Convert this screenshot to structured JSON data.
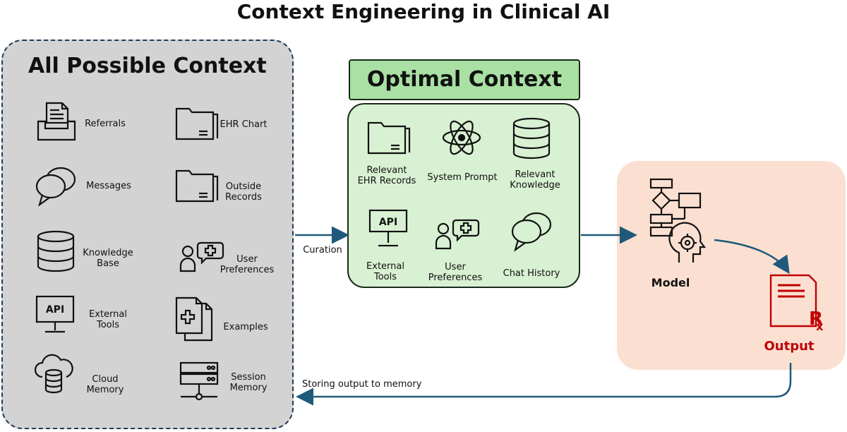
{
  "title": "Context Engineering in Clinical AI",
  "all_context": {
    "title": "All Possible Context",
    "items": [
      {
        "label": "Referrals",
        "icon": "inbox-icon"
      },
      {
        "label": "EHR Chart",
        "icon": "folder-icon"
      },
      {
        "label": "Messages",
        "icon": "chat-bubbles-icon"
      },
      {
        "label": "Outside\nRecords",
        "icon": "folder-icon"
      },
      {
        "label": "Knowledge\nBase",
        "icon": "database-icon"
      },
      {
        "label": "User\nPreferences",
        "icon": "user-preferences-icon"
      },
      {
        "label": "External\nTools",
        "icon": "api-monitor-icon"
      },
      {
        "label": "Examples",
        "icon": "medical-documents-icon"
      },
      {
        "label": "Cloud\nMemory",
        "icon": "cloud-database-icon"
      },
      {
        "label": "Session\nMemory",
        "icon": "server-icon"
      }
    ]
  },
  "optimal_context": {
    "title": "Optimal Context",
    "items": [
      {
        "label": "Relevant\nEHR Records",
        "icon": "folder-icon"
      },
      {
        "label": "System Prompt",
        "icon": "atom-icon"
      },
      {
        "label": "Relevant\nKnowledge",
        "icon": "database-icon"
      },
      {
        "label": "External\nTools",
        "icon": "api-monitor-icon"
      },
      {
        "label": "User\nPreferences",
        "icon": "user-preferences-icon"
      },
      {
        "label": "Chat History",
        "icon": "chat-bubbles-icon"
      }
    ]
  },
  "model": {
    "label": "Model",
    "icon": "flowchart-head-icon"
  },
  "output": {
    "label": "Output",
    "icon": "prescription-icon"
  },
  "arrows": {
    "curation": "Curation",
    "storing": "Storing output to memory"
  },
  "colors": {
    "all_bg": "#d3d3d3",
    "optimal_bg": "#d8f1d2",
    "optimal_head": "#a9e0a3",
    "model_bg": "#fbe0d2",
    "arrow": "#1f5a7a",
    "output_red": "#c00000"
  }
}
